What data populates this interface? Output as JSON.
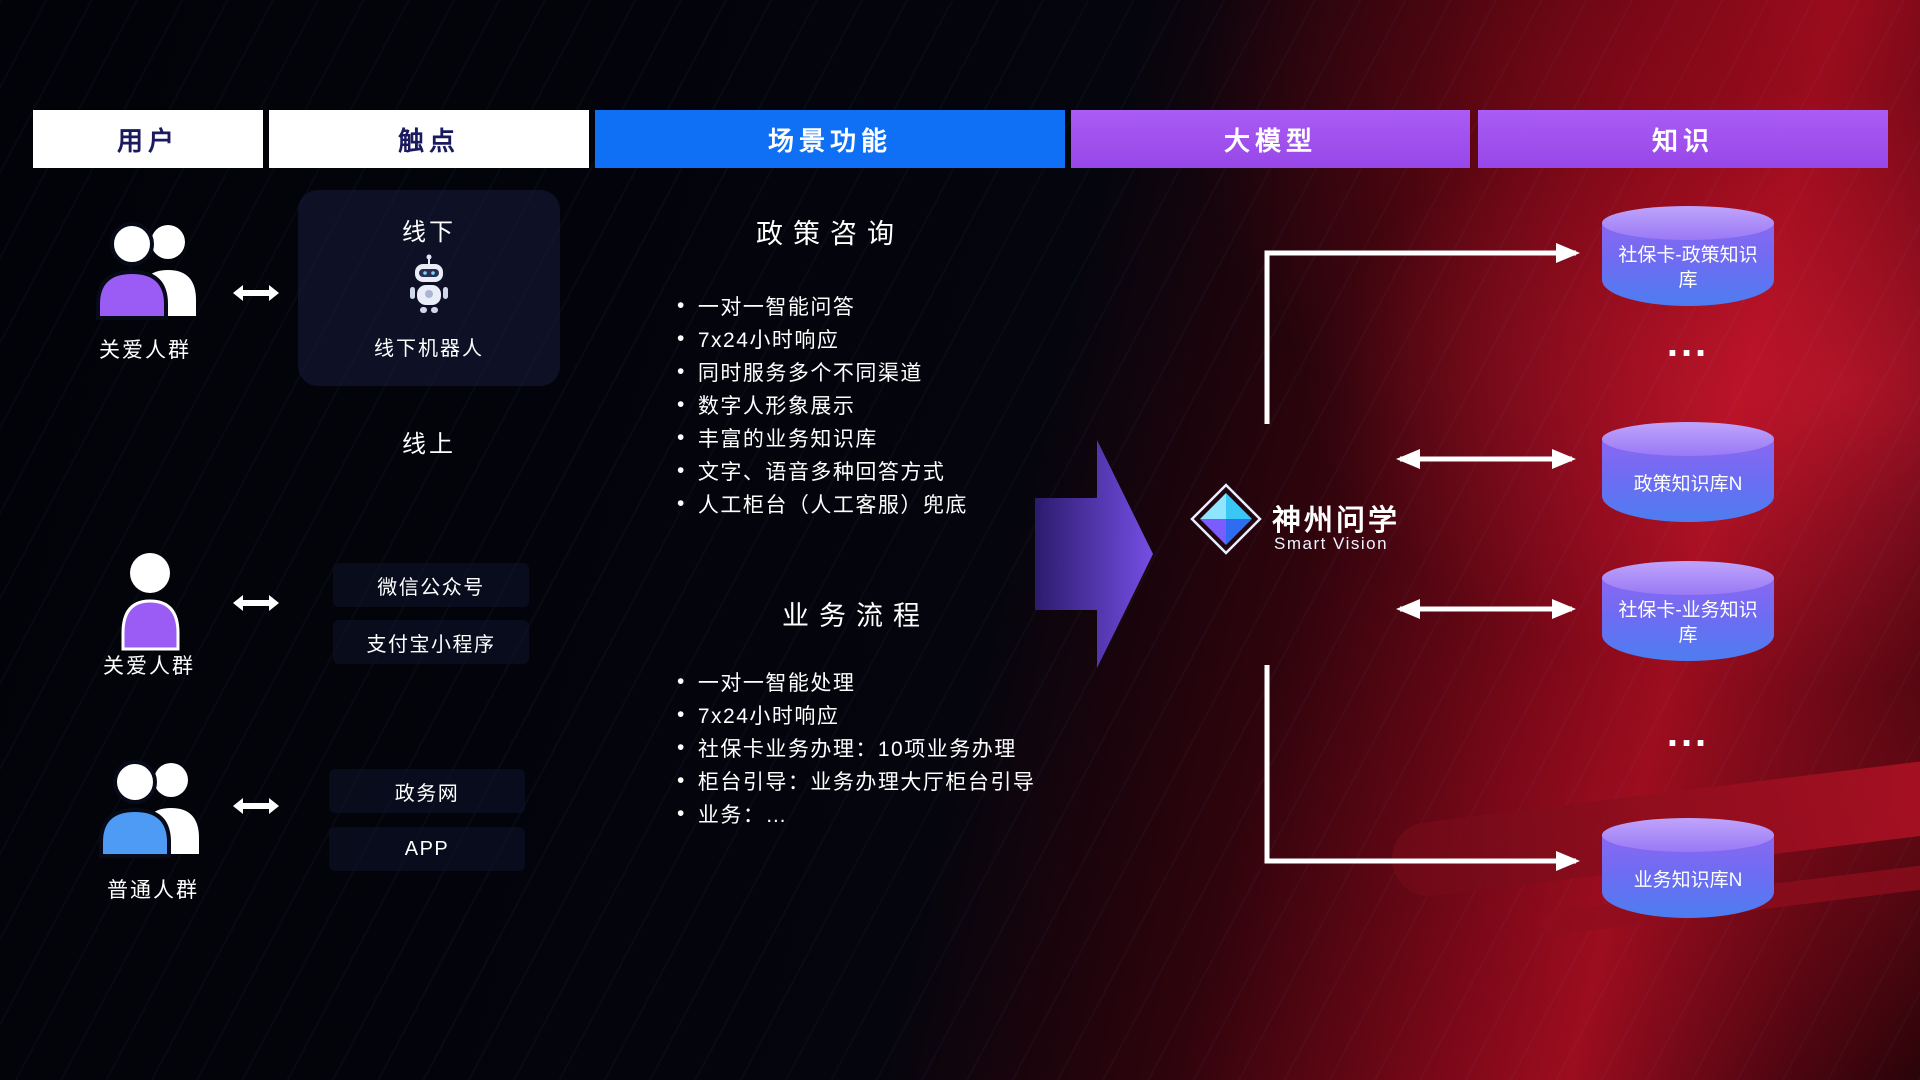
{
  "bullet": "•",
  "header": {
    "columns": [
      {
        "label": "用户"
      },
      {
        "label": "触点"
      },
      {
        "label": "场景功能"
      },
      {
        "label": "大模型"
      },
      {
        "label": "知识"
      }
    ]
  },
  "users": [
    {
      "label": "关爱人群",
      "icon": "group-purple"
    },
    {
      "label": "关爱人群",
      "icon": "person-purple"
    },
    {
      "label": "普通人群",
      "icon": "group-blue"
    }
  ],
  "touchpoints": {
    "offline_title": "线下",
    "offline_robot_label": "线下机器人",
    "online_title": "线上",
    "channels": [
      "微信公众号",
      "支付宝小程序",
      "政务网",
      "APP"
    ]
  },
  "scenarios": [
    {
      "title": "政策咨询",
      "items": [
        "一对一智能问答",
        "7x24小时响应",
        "同时服务多个不同渠道",
        "数字人形象展示",
        "丰富的业务知识库",
        "文字、语音多种回答方式",
        "人工柜台（人工客服）兜底"
      ]
    },
    {
      "title": "业务流程",
      "items": [
        "一对一智能处理",
        "7x24小时响应",
        "社保卡业务办理：10项业务办理",
        "柜台引导：业务办理大厅柜台引导",
        "业务：…"
      ]
    }
  ],
  "model": {
    "name": "神州问学",
    "subtitle": "Smart Vision"
  },
  "knowledge": {
    "dbs": [
      "社保卡-政策知识库",
      "政策知识库N",
      "社保卡-业务知识库",
      "业务知识库N"
    ],
    "ellipsis": "..."
  },
  "colors": {
    "header_blue": "#1070f5",
    "header_purple": "#a052f0",
    "cylinder_top": "#b79bfa",
    "cylinder_bottom": "#4d7df0",
    "background_red": "#9c0d1f",
    "arrow_purple": "#6c46e8"
  }
}
